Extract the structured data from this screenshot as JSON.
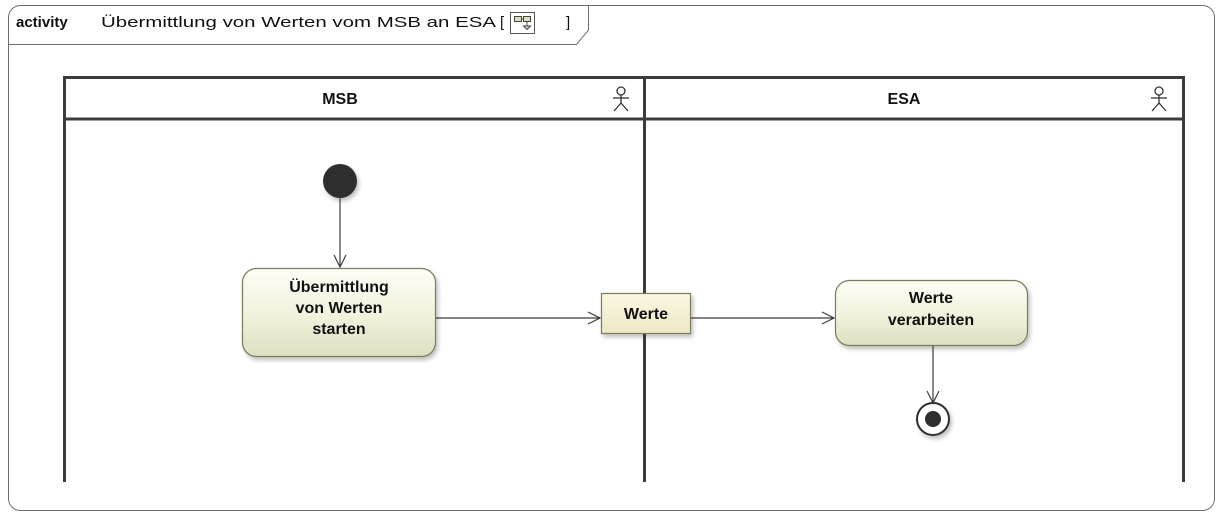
{
  "frame": {
    "keyword": "activity",
    "title": "Übermittlung von Werten vom MSB an ESA",
    "bracket_open": "[",
    "bracket_close": "]",
    "icon": "activity-diagram-icon"
  },
  "lanes": [
    {
      "name": "MSB",
      "icon": "actor-icon"
    },
    {
      "name": "ESA",
      "icon": "actor-icon"
    }
  ],
  "nodes": {
    "start": {
      "kind": "initial-node"
    },
    "action_start": {
      "line1": "Übermittlung",
      "line2": "von Werten",
      "line3": "starten"
    },
    "object": {
      "label": "Werte"
    },
    "action_process": {
      "line1": "Werte",
      "line2": "verarbeiten"
    },
    "end": {
      "kind": "activity-final-node"
    }
  },
  "colors": {
    "line": "#3c3c3c",
    "action_fill_light": "#fbfbf1",
    "action_fill_dark": "#dcdcc0",
    "object_fill": "#f3f0d0",
    "node_fill": "#2e2e2e"
  }
}
